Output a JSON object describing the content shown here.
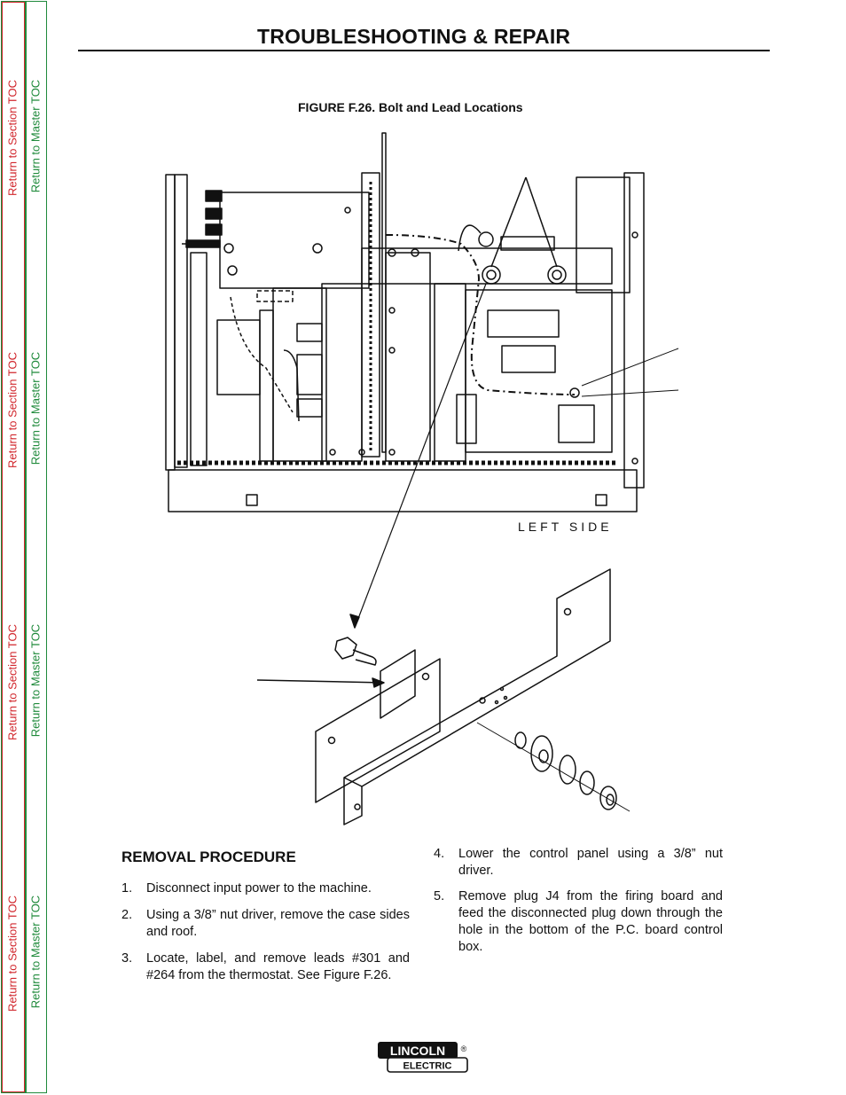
{
  "toc": {
    "section_label": "Return to Section TOC",
    "master_label": "Return to Master TOC"
  },
  "header": {
    "title": "TROUBLESHOOTING & REPAIR"
  },
  "figure": {
    "caption": "FIGURE F.26. Bolt and Lead Locations",
    "side_label": "LEFT SIDE"
  },
  "procedure": {
    "heading": "REMOVAL PROCEDURE",
    "steps": [
      {
        "num": "1.",
        "text": "Disconnect input power to the machine."
      },
      {
        "num": "2.",
        "text": "Using a 3/8” nut driver, remove the case sides and roof."
      },
      {
        "num": "3.",
        "text": "Locate, label, and remove leads #301 and #264 from the thermostat.  See Figure F.26."
      },
      {
        "num": "4.",
        "text": "Lower the control panel using a 3/8” nut driver."
      },
      {
        "num": "5.",
        "text": "Remove plug J4 from the firing board and feed the disconnected plug down through the hole in the bottom of the P.C. board control box."
      }
    ]
  },
  "logo": {
    "top": "LINCOLN",
    "bottom": "ELECTRIC",
    "mark": "®"
  }
}
